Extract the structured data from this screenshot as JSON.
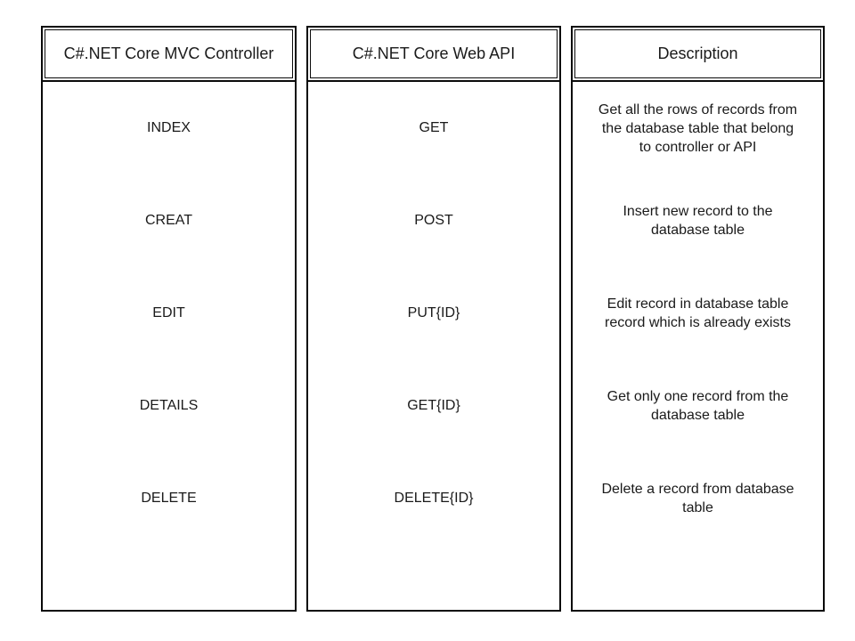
{
  "diagram": {
    "columns": [
      {
        "header": "C#.NET Core MVC Controller",
        "rows": [
          "INDEX",
          "CREAT",
          "EDIT",
          "DETAILS",
          "DELETE"
        ]
      },
      {
        "header": "C#.NET Core Web API",
        "rows": [
          "GET",
          "POST",
          "PUT{ID}",
          "GET{ID}",
          "DELETE{ID}"
        ]
      },
      {
        "header": "Description",
        "rows": [
          "Get all the rows of records from\nthe database table that belong\nto controller or API",
          "Insert new record to the\ndatabase table",
          "Edit record in database table\nrecord which is already exists",
          "Get only one record from the\ndatabase table",
          "Delete a record from database\ntable"
        ]
      }
    ]
  },
  "colors": {
    "border": "#0a0a0a",
    "text": "#1a1a1a",
    "background": "#ffffff"
  }
}
